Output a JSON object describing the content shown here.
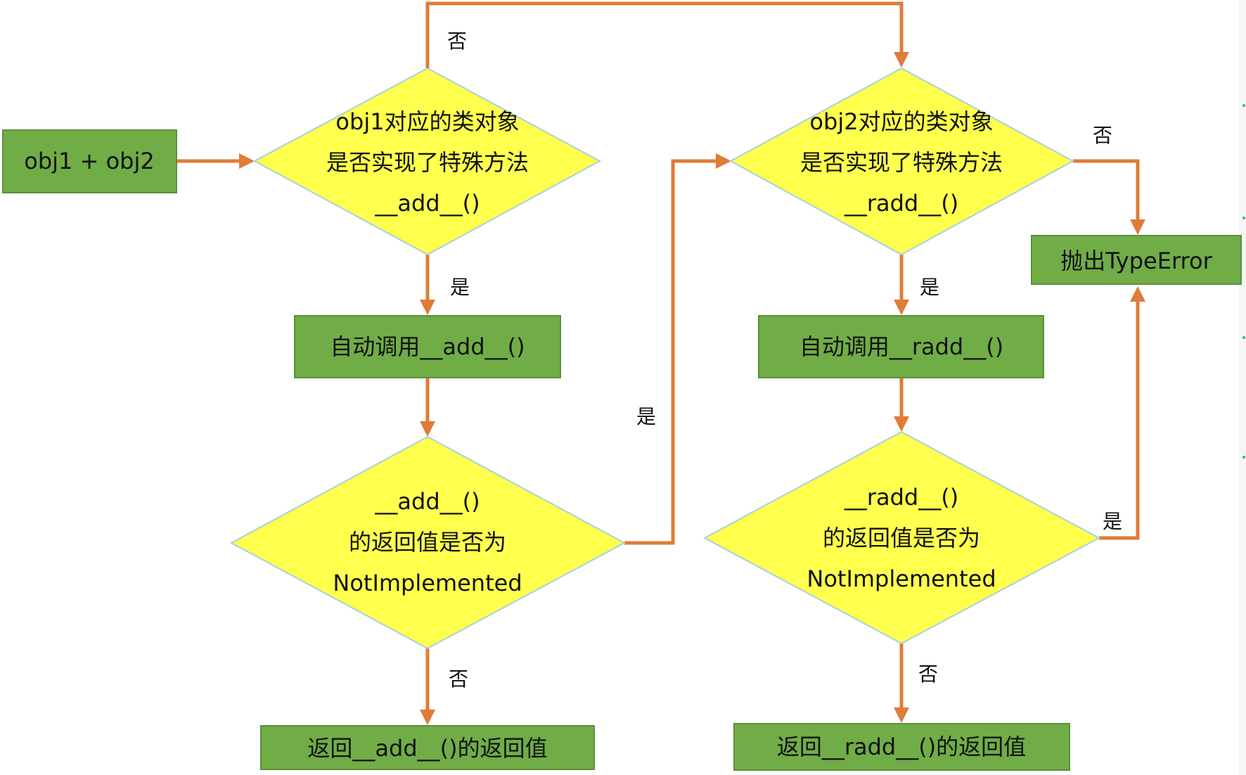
{
  "nodes": {
    "start": {
      "text": "obj1 + obj2"
    },
    "check_add": {
      "lines": [
        "obj1对应的类对象",
        "是否实现了特殊方法",
        "__add__()"
      ]
    },
    "call_add": {
      "text": "自动调用__add__()"
    },
    "check_add_result": {
      "lines": [
        "__add__()",
        "的返回值是否为",
        "NotImplemented"
      ]
    },
    "return_add": {
      "text": "返回__add__()的返回值"
    },
    "check_radd": {
      "lines": [
        "obj2对应的类对象",
        "是否实现了特殊方法",
        "__radd__()"
      ]
    },
    "call_radd": {
      "text": "自动调用__radd__()"
    },
    "check_radd_result": {
      "lines": [
        "__radd__()",
        "的返回值是否为",
        "NotImplemented"
      ]
    },
    "return_radd": {
      "text": "返回__radd__()的返回值"
    },
    "raise_error": {
      "text": "抛出TypeError"
    }
  },
  "edge_labels": {
    "add_no": "否",
    "add_yes": "是",
    "add_result_yes": "是",
    "add_result_no": "否",
    "radd_no": "否",
    "radd_yes": "是",
    "radd_result_yes": "是",
    "radd_result_no": "否"
  },
  "colors": {
    "process_box": "#70ad47",
    "decision_diamond": "#ffff4d",
    "connector": "#e07b39"
  }
}
